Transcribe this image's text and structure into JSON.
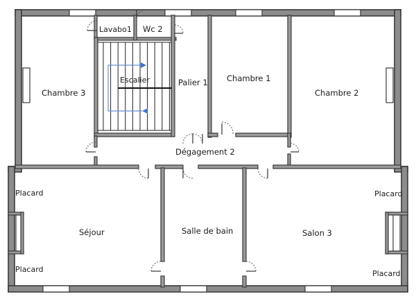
{
  "rooms": {
    "lavabo": "Lavabo1",
    "wc": "Wc 2",
    "escalier": "Escalier",
    "palier": "Palier 1",
    "chambre1": "Chambre 1",
    "chambre2": "Chambre 2",
    "chambre3": "Chambre 3",
    "degagement": "Dégagement 2",
    "sejour": "Séjour",
    "salle_de_bain": "Salle de bain",
    "salon": "Salon 3",
    "placard_tl": "Placard",
    "placard_bl": "Placard",
    "placard_tr": "Placard",
    "placard_br": "Placard"
  },
  "colors": {
    "wall": "#8c8c8c",
    "stair_arrow": "#3f73c9"
  }
}
